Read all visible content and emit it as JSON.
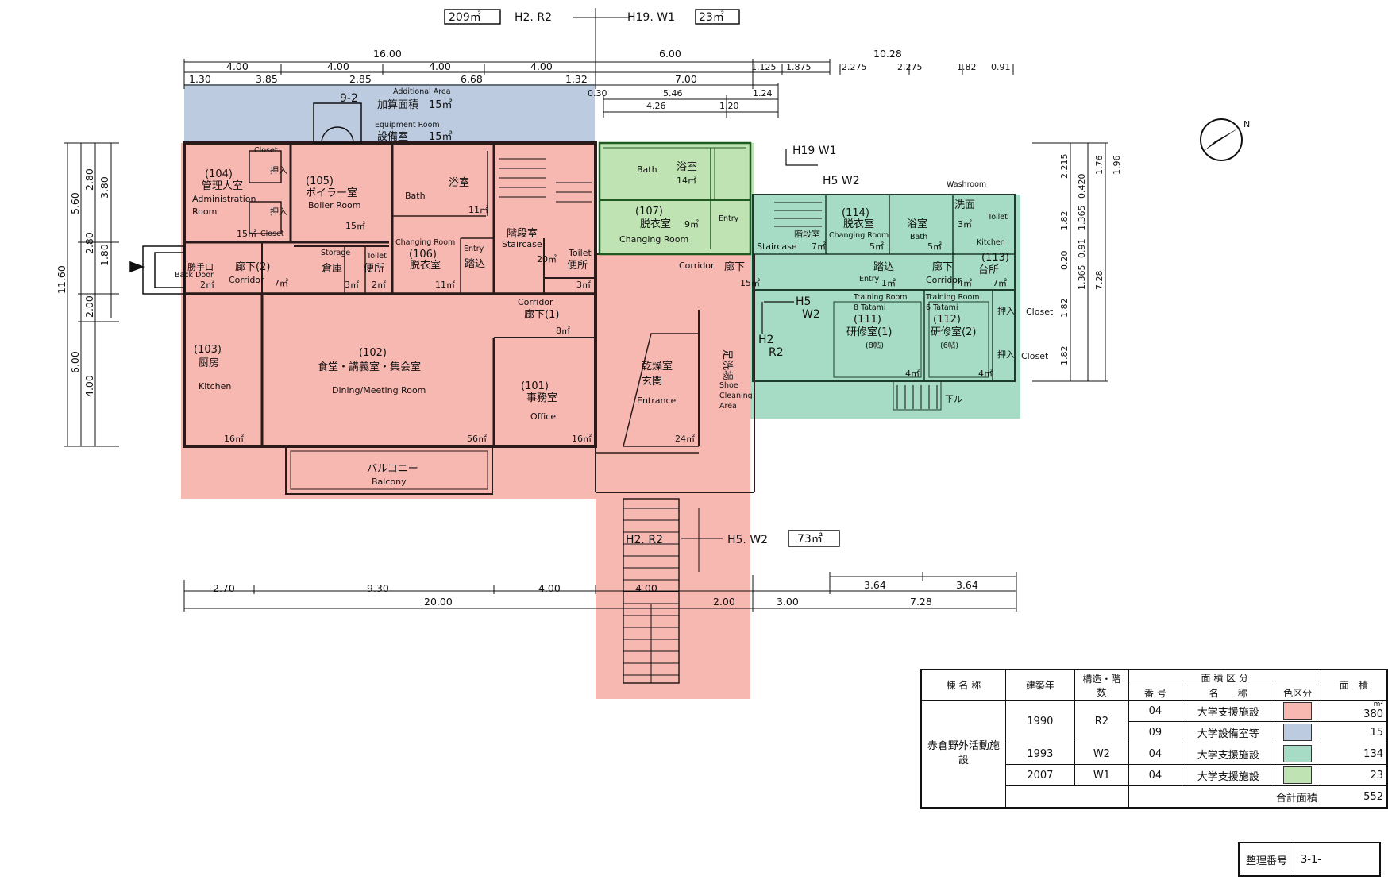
{
  "header": {
    "left_area": "209㎡",
    "left_code": "H2. R2",
    "right_code": "H19. W1",
    "right_area": "23㎡"
  },
  "south_marker": {
    "left_code": "H2. R2",
    "right_code": "H5. W2",
    "area": "73㎡"
  },
  "markers": {
    "h19w1": "H19 W1",
    "h5w2_top": "H5 W2",
    "h5w2_mid_a": "H5",
    "h5w2_mid_b": "W2",
    "h2r2_a": "H2",
    "h2r2_b": "R2"
  },
  "top_dims": {
    "row1": [
      "16.00",
      "6.00",
      "10.28"
    ],
    "row2": [
      "4.00",
      "4.00",
      "4.00",
      "4.00",
      "1.125",
      "1.875",
      "2.275",
      "2.275",
      "1.82",
      "0.91"
    ],
    "row3": [
      "1.30",
      "3.85",
      "2.85",
      "6.68",
      "1.32",
      "7.00"
    ],
    "row4": [
      "0.30",
      "5.46",
      "1.24"
    ],
    "row5": [
      "4.26",
      "1.20"
    ]
  },
  "bottom_dims": {
    "row1": [
      "3.64",
      "3.64"
    ],
    "row2": [
      "2.70",
      "9.30",
      "4.00",
      "4.00",
      "2.00",
      "3.00"
    ],
    "row3": [
      "20.00",
      "7.28"
    ]
  },
  "left_dims": [
    "11.60",
    "5.60",
    "6.00",
    "2.80",
    "2.80",
    "2.00",
    "4.00",
    "3.80",
    "1.80"
  ],
  "right_dims": [
    "2.215",
    "1.76",
    "0.420",
    "1.96",
    "1.82",
    "1.365",
    "0.91",
    "0.20",
    "1.365",
    "1.82",
    "1.82",
    "7.28"
  ],
  "rooms": {
    "addl_code": "9-2",
    "addl_en": "Additional Area",
    "addl_jp": "加算面積　15㎡",
    "equip_en": "Equipment Room",
    "equip_jp": "設備室　　15㎡",
    "r104_no": "(104)",
    "r104_jp": "管理人室",
    "r104_en1": "Administration",
    "r104_en2": "Room",
    "r104_area": "15㎡",
    "closet_a": "Closet",
    "closet_a_jp": "押入",
    "closet_b": "Closet",
    "closet_b_jp": "押入",
    "r105_no": "(105)",
    "r105_jp": "ボイラー室",
    "r105_en": "Boiler Room",
    "r105_area": "15㎡",
    "bath1_jp": "浴室",
    "bath1_en": "Bath",
    "bath1_area": "11㎡",
    "stair1_jp": "階段室",
    "stair1_en": "Staircase",
    "stair1_area": "20㎡",
    "back_door_jp": "勝手口",
    "back_door_en": "Back Door",
    "back_door_area": "2㎡",
    "corr2_jp": "廊下(2)",
    "corr2_en": "Corridor",
    "corr2_area": "7㎡",
    "storage_en": "Storage",
    "storage_jp": "倉庫",
    "storage_area": "3㎡",
    "toilet1_en": "Toilet",
    "toilet1_jp": "便所",
    "toilet1_area": "2㎡",
    "r106_en": "Changing Room",
    "r106_no": "(106)",
    "r106_jp": "脱衣室",
    "r106_area": "11㎡",
    "entry1_en": "Entry",
    "entry1_jp": "踏込",
    "toilet2_en": "Toilet",
    "toilet2_jp": "便所",
    "toilet2_area": "3㎡",
    "r103_no": "(103)",
    "r103_jp": "厨房",
    "r103_en": "Kitchen",
    "r103_area": "16㎡",
    "r102_no": "(102)",
    "r102_jp": "食堂・講義室・集会室",
    "r102_en": "Dining/Meeting Room",
    "r102_area": "56㎡",
    "corr1_en": "Corridor",
    "corr1_jp": "廊下(1)",
    "corr1_area": "8㎡",
    "r101_no": "(101)",
    "r101_jp": "事務室",
    "r101_en": "Office",
    "r101_area": "16㎡",
    "entrance_jp1": "乾燥室",
    "entrance_jp2": "玄関",
    "entrance_en": "Entrance",
    "entrance_area": "24㎡",
    "shoe_jp": "足洗場",
    "shoe_en1": "Shoe",
    "shoe_en2": "Cleaning",
    "shoe_en3": "Area",
    "balcony_jp": "バルコニー",
    "balcony_en": "Balcony",
    "bath2_en": "Bath",
    "bath2_jp": "浴室",
    "bath2_area": "14㎡",
    "r107_no": "(107)",
    "r107_jp": "脱衣室",
    "r107_area": "9㎡",
    "r107_en": "Changing Room",
    "entry2_en": "Entry",
    "corr3_en": "Corridor",
    "corr3_jp": "廊下",
    "corr3_area": "15㎡",
    "stair2_en": "Staircase",
    "stair2_jp": "階段室",
    "stair2_area": "7㎡",
    "r114_no": "(114)",
    "r114_jp": "脱衣室",
    "r114_en": "Changing Room",
    "r114_area": "5㎡",
    "bath3_jp": "浴室",
    "bath3_en": "Bath",
    "bath3_area": "5㎡",
    "washroom_en": "Washroom",
    "washroom_jp": "洗面",
    "washroom_area": "3㎡",
    "toilet3_en": "Toilet",
    "kitchen2_en": "Kitchen",
    "kitchen2_no": "(113)",
    "kitchen2_jp": "台所",
    "kitchen2_area": "7㎡",
    "entry3_jp": "踏込",
    "entry3_en": "Entry",
    "entry3_area": "1㎡",
    "corr4_jp": "廊下",
    "corr4_en": "Corridor",
    "corr4_area": "4㎡",
    "r111_en1": "Training Room",
    "r111_en2": "8 Tatami",
    "r111_no": "(111)",
    "r111_jp": "研修室(1)",
    "r111_sub": "(8帖)",
    "r111_area": "4㎡",
    "r112_en1": "Training Room",
    "r112_en2": "6 Tatami",
    "r112_no": "(112)",
    "r112_jp": "研修室(2)",
    "r112_sub": "(6帖)",
    "r112_area": "4㎡",
    "closet_c_jp": "押入",
    "closet_c": "Closet",
    "closet_d_jp": "押入",
    "closet_d": "Closet",
    "down_jp": "下ル"
  },
  "legend": {
    "headers": {
      "building_name": "棟 名 称",
      "year": "建築年",
      "structure": "構造・階数",
      "area_class": "面 積 区 分",
      "number": "番 号",
      "name": "名　　称",
      "color": "色区分",
      "area": "面　積",
      "unit": "m²"
    },
    "building": "赤倉野外活動施設",
    "rows": [
      {
        "year": "1990",
        "structure": "R2",
        "number": "04",
        "name": "大学支援施設",
        "color": "#f7b8b2",
        "area": "380"
      },
      {
        "year": "",
        "structure": "",
        "number": "09",
        "name": "大学設備室等",
        "color": "#bccbe0",
        "area": "15"
      },
      {
        "year": "1993",
        "structure": "W2",
        "number": "04",
        "name": "大学支援施設",
        "color": "#a6dcc6",
        "area": "134"
      },
      {
        "year": "2007",
        "structure": "W1",
        "number": "04",
        "name": "大学支援施設",
        "color": "#bfe3b3",
        "area": "23"
      }
    ],
    "total_label": "合計面積",
    "total": "552",
    "ref_label": "整理番号",
    "ref_value": "3-1-"
  }
}
